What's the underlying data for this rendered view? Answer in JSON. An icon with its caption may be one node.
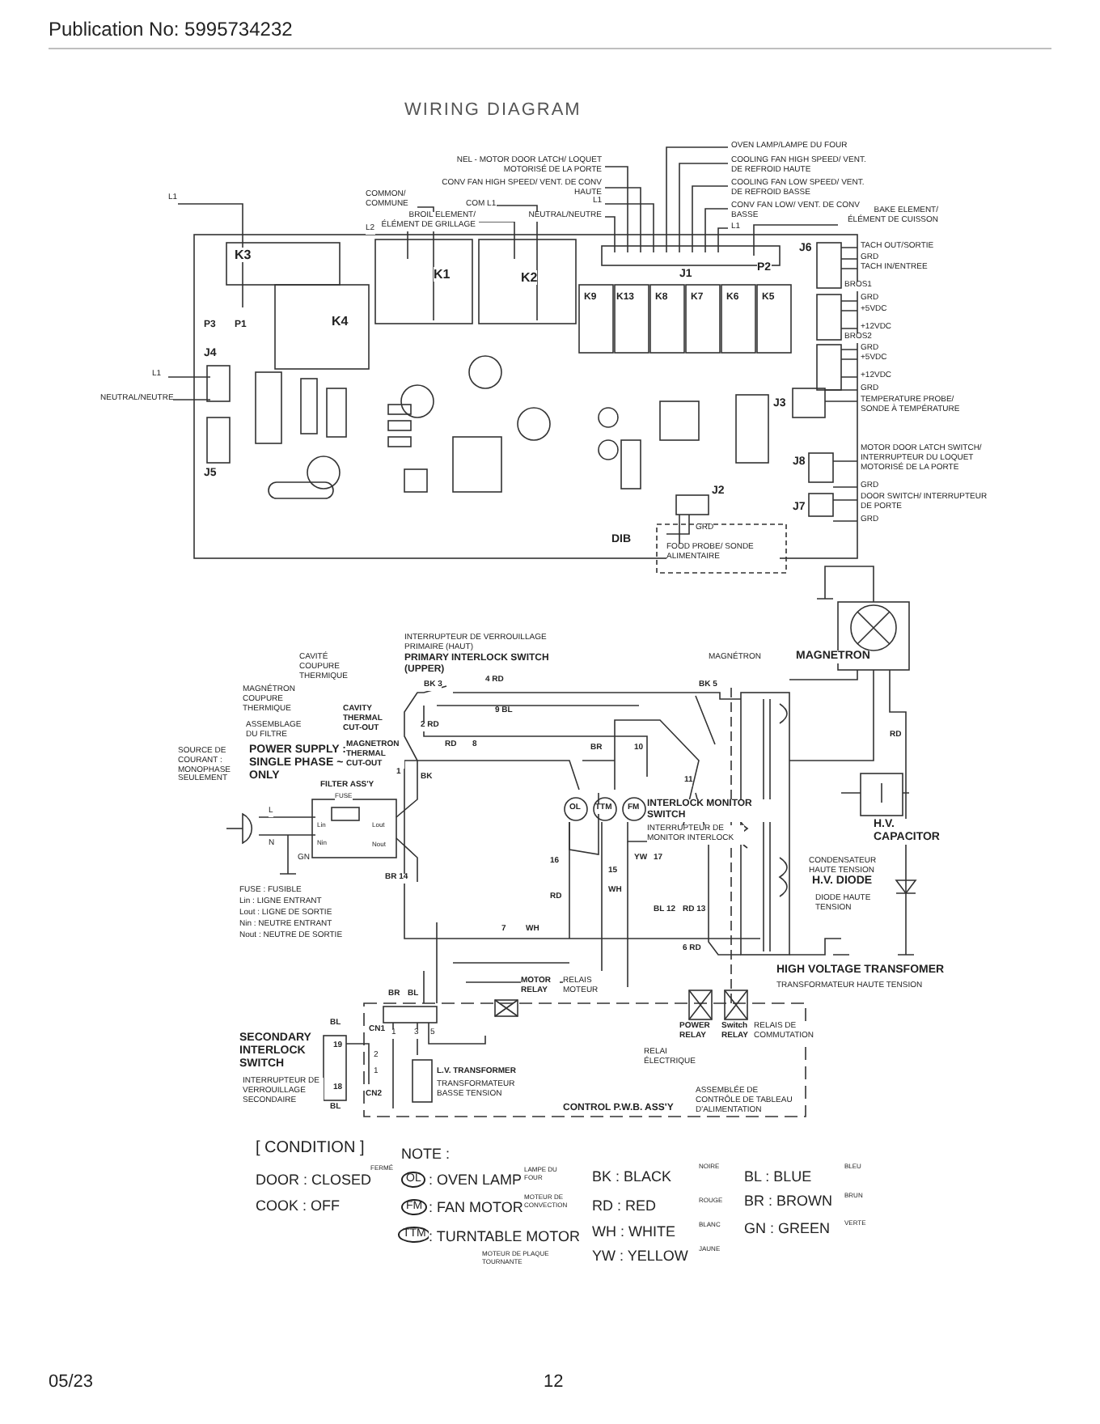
{
  "diagram": {
    "title": "WIRING DIAGRAM",
    "labels": [
      "Publication No: 5995734232",
      "OVEN LAMP/LAMPE DU FOUR",
      "NEL - MOTOR DOOR LATCH/ LOQUET MOTORISÉ DE LA PORTE",
      "COOLING FAN HIGH SPEED/ VENT. DE REFROID HAUTE",
      "CONV FAN HIGH SPEED/ VENT. DE CONV HAUTE",
      "COOLING FAN LOW SPEED/ VENT. DE REFROID BASSE",
      "L1",
      "CONV FAN LOW/ VENT. DE CONV BASSE",
      "NEUTRAL/NEUTRE",
      "L1",
      "BAKE ELEMENT/ ÉLÉMENT DE CUISSON",
      "L1",
      "COMMON/ COMMUNE",
      "L2",
      "COM L1",
      "BROIL ELEMENT/ ÉLÉMENT DE GRILLAGE",
      "K3",
      "K1",
      "K2",
      "P3",
      "P1",
      "K4",
      "J4",
      "J5",
      "K9",
      "K13",
      "K8",
      "K7",
      "K6",
      "K5",
      "J1",
      "P2",
      "J6",
      "J3",
      "J8",
      "J7",
      "J2",
      "DIB",
      "L1",
      "NEUTRAL/NEUTRE",
      "TACH OUT/SORTIE",
      "GRD",
      "TACH IN/ENTREE",
      "BROS1",
      "GRD",
      "+5VDC",
      "+12VDC",
      "BROS2",
      "GRD",
      "+5VDC",
      "+12VDC",
      "GRD",
      "TEMPERATURE PROBE/ SONDE À TEMPÉRATURE",
      "MOTOR DOOR LATCH SWITCH/ INTERRUPTEUR DU LOQUET MOTORISÉ DE LA PORTE",
      "GRD",
      "DOOR SWITCH/ INTERRUPTEUR DE PORTE",
      "GRD",
      "GRD",
      "FOOD PROBE/ SONDE ALIMENTAIRE",
      "INTERRUPTEUR DE VERROUILLAGE PRIMAIRE (HAUT)",
      "CAVITÉ COUPURE THERMIQUE",
      "PRIMARY INTERLOCK SWITCH (UPPER)",
      "MAGNÉTRON COUPURE THERMIQUE",
      "ASSEMBLAGE DU FILTRE",
      "SOURCE DE COURANT : MONOPHASE SEULEMENT",
      "POWER SUPPLY : SINGLE PHASE ~ ONLY",
      "CAVITY THERMAL CUT-OUT",
      "MAGNETRON THERMAL CUT-OUT",
      "FILTER ASS'Y",
      "FUSE",
      "Lin",
      "Lout",
      "Nin",
      "Nout",
      "L",
      "N",
      "GN",
      "FUSE : FUSIBLE",
      "Lin : LIGNE ENTRANT",
      "Lout : LIGNE DE SORTIE",
      "Nin : NEUTRE ENTRANT",
      "Nout : NEUTRE DE SORTIE",
      "BK 3",
      "4 RD",
      "9 BL",
      "2 RD",
      "RD",
      "8",
      "1",
      "BK",
      "BR",
      "10",
      "11",
      "BR 14",
      "16",
      "RD",
      "WH",
      "15",
      "YW",
      "17",
      "7",
      "WH",
      "BK 5",
      "6 RD",
      "BL 12",
      "RD 13",
      "RD",
      "OL",
      "TTM",
      "FM",
      "INTERLOCK MONITOR SWITCH",
      "INTERRUPTEUR DE MONITOR INTERLOCK",
      "MAGNÉTRON",
      "MAGNETRON",
      "H.V. CAPACITOR",
      "CONDENSATEUR HAUTE TENSION",
      "H.V. DIODE",
      "DIODE HAUTE TENSION",
      "HIGH VOLTAGE TRANSFOMER",
      "TRANSFORMATEUR HAUTE TENSION",
      "MOTOR RELAY",
      "RELAIS MOTEUR",
      "POWER RELAY",
      "RELAI ÉLECTRIQUE",
      "Switch RELAY",
      "RELAIS DE COMMUTATION",
      "BR",
      "BL",
      "CN1",
      "1",
      "3",
      "5",
      "SECONDARY INTERLOCK SWITCH",
      "INTERRUPTEUR DE VERROUILLAGE SECONDAIRE",
      "BL",
      "19",
      "18",
      "BL",
      "CN2",
      "2",
      "1",
      "L.V. TRANSFORMER",
      "TRANSFORMATEUR BASSE TENSION",
      "CONTROL P.W.B. ASS'Y",
      "ASSEMBLÉE DE CONTRÔLE DE TABLEAU D'ALIMENTATION",
      "[ CONDITION ]",
      "DOOR : CLOSED",
      "FERMÉ",
      "COOK : OFF",
      "NOTE :",
      "OL",
      ": OVEN LAMP",
      "LAMPE DU FOUR",
      "FM",
      ": FAN MOTOR",
      "MOTEUR DE CONVECTION",
      "TTM",
      ": TURNTABLE MOTOR",
      "MOTEUR DE PLAQUE TOURNANTE",
      "BK : BLACK",
      "NOIRE",
      "BL : BLUE",
      "BLEU",
      "RD : RED",
      "ROUGE",
      "BR : BROWN",
      "BRUN",
      "WH : WHITE",
      "BLANC",
      "GN : GREEN",
      "VERTE",
      "YW : YELLOW",
      "JAUNE",
      "05/23",
      "12"
    ]
  }
}
